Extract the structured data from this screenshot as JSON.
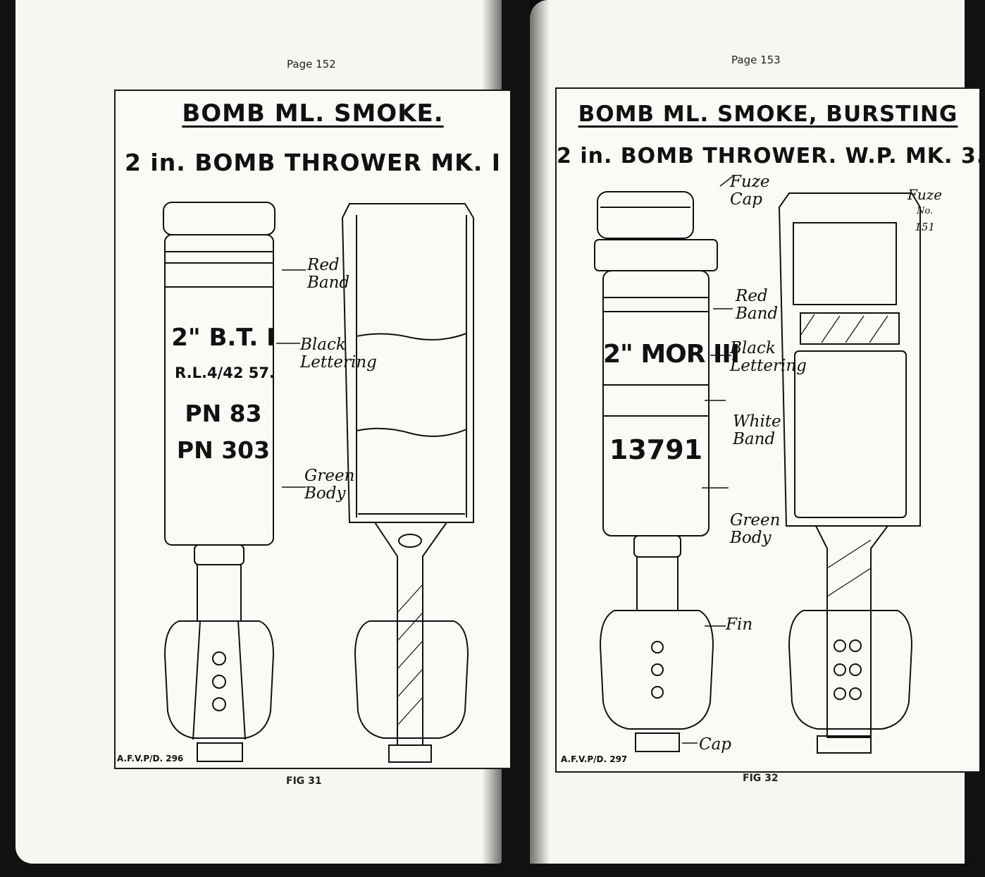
{
  "left_page": {
    "page_number": "Page 152",
    "title": "BOMB ML. SMOKE.",
    "subtitle": "2 in. BOMB THROWER MK. I",
    "markings": {
      "line1": "2\" B.T. I",
      "line2": "R.L.4/42 57.",
      "line3": "PN 83",
      "line4": "PN 303"
    },
    "callouts": {
      "red_band": [
        "Red",
        "Band"
      ],
      "black_lettering": [
        "Black",
        "Lettering"
      ],
      "green_body": [
        "Green",
        "Body"
      ]
    },
    "drawing_ref": "A.F.V.P/D. 296",
    "figure_caption": "FIG 31"
  },
  "right_page": {
    "page_number": "Page 153",
    "title": "BOMB ML. SMOKE, BURSTING",
    "subtitle": "2 in. BOMB THROWER. W.P. MK. 3.",
    "markings": {
      "line1": "2\" MOR III",
      "line2": "13791"
    },
    "callouts": {
      "fuze_cap": [
        "Fuze",
        "Cap"
      ],
      "fuze_no": [
        "Fuze",
        "No.",
        "151"
      ],
      "red_band": [
        "Red",
        "Band"
      ],
      "black_lettering": [
        "Black",
        "Lettering"
      ],
      "white_band": [
        "White",
        "Band"
      ],
      "green_body": [
        "Green",
        "Body"
      ],
      "fin": "Fin",
      "cap": "Cap"
    },
    "drawing_ref": "A.F.V.P/D. 297",
    "figure_caption": "FIG 32"
  },
  "colors": {
    "paper": "#f7f6f1",
    "ink": "#111111",
    "background": "#111111"
  }
}
